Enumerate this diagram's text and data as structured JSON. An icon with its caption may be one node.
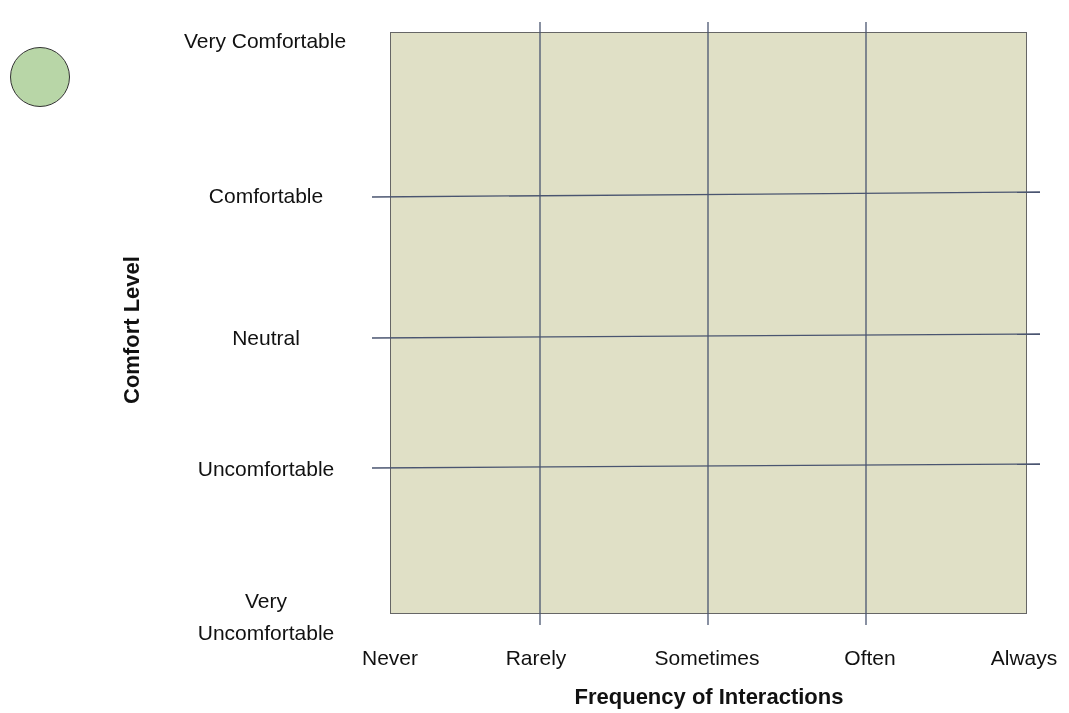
{
  "diagram": {
    "nodes": [
      {
        "text": [],
        "shape": "circle"
      },
      {
        "text": [],
        "shape": "box"
      }
    ],
    "labels": [
      "Very Comfortable",
      "Comfortable",
      "Neutral",
      "Uncomfortable",
      "Very Uncomfortable",
      "Never",
      "Rarely",
      "Sometimes",
      "Often",
      "Always",
      "Comfort Level",
      "Frequency of Interactions"
    ]
  }
}
